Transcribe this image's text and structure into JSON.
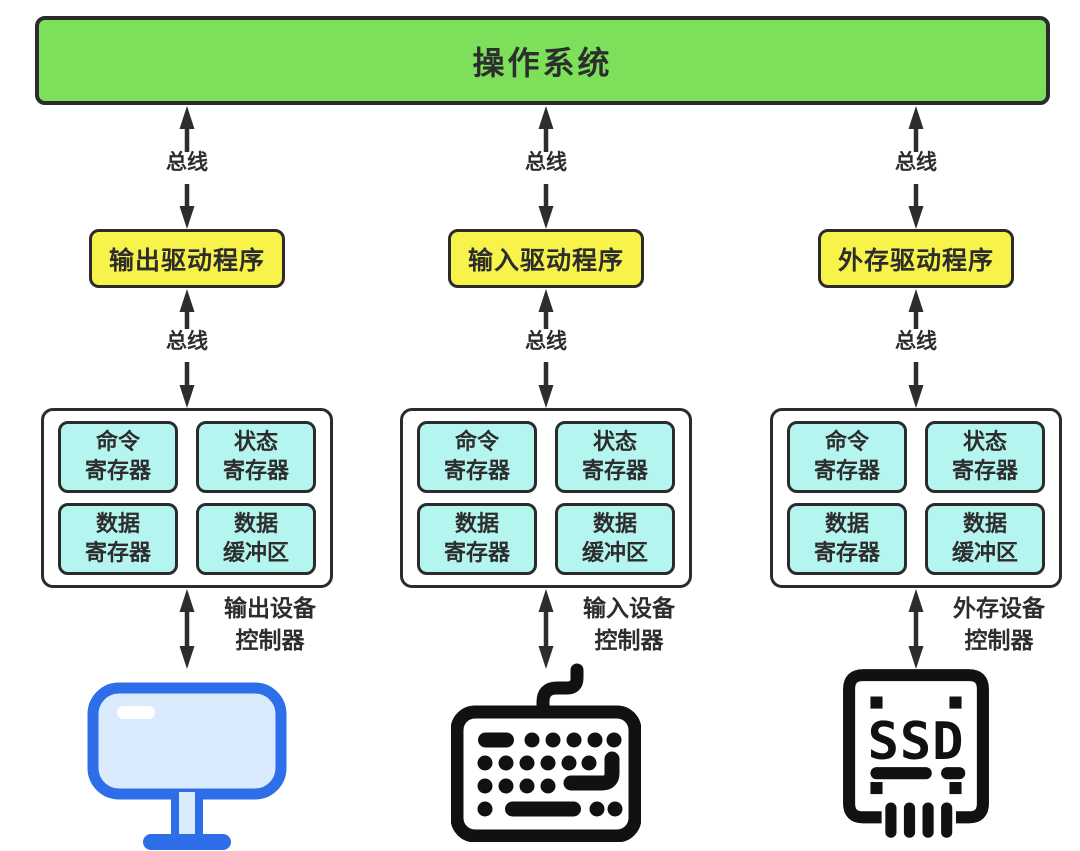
{
  "os": {
    "label": "操作系统"
  },
  "bus": {
    "label": "总线"
  },
  "columns": [
    {
      "driver_label": "输出驱动程序",
      "controller_label": {
        "line1": "输出设备",
        "line2": "控制器"
      },
      "device": "monitor"
    },
    {
      "driver_label": "输入驱动程序",
      "controller_label": {
        "line1": "输入设备",
        "line2": "控制器"
      },
      "device": "keyboard"
    },
    {
      "driver_label": "外存驱动程序",
      "controller_label": {
        "line1": "外存设备",
        "line2": "控制器"
      },
      "device": "ssd"
    }
  ],
  "registers": [
    {
      "line1": "命令",
      "line2": "寄存器"
    },
    {
      "line1": "状态",
      "line2": "寄存器"
    },
    {
      "line1": "数据",
      "line2": "寄存器"
    },
    {
      "line1": "数据",
      "line2": "缓冲区"
    }
  ],
  "devices": {
    "ssd_label": "SSD"
  },
  "colors": {
    "green": "#7de05b",
    "yellow": "#f8f34a",
    "cyan": "#b5f5f0",
    "ink": "#2d2d2d",
    "box_border": "#2b2b2b",
    "monitor_blue": "#2e6ee8",
    "monitor_screen": "#d9ebfc",
    "device_black": "#111111",
    "background": "#ffffff"
  }
}
